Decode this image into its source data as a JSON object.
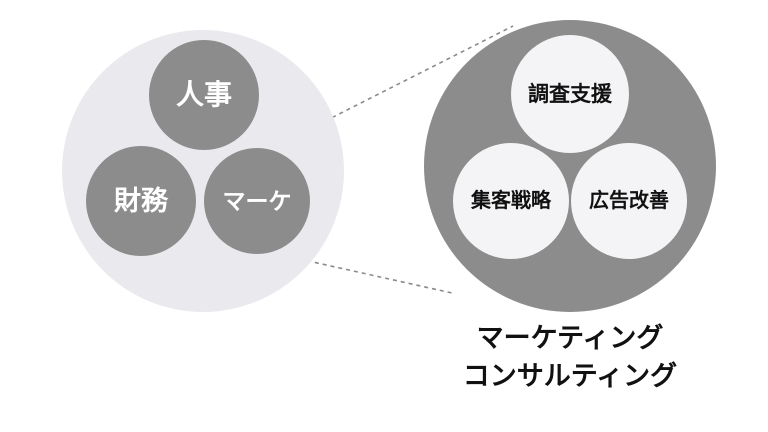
{
  "diagram": {
    "left_group": {
      "name": "company-departments",
      "items": [
        {
          "label": "人事"
        },
        {
          "label": "財務"
        },
        {
          "label": "マーケ"
        }
      ]
    },
    "right_group": {
      "name": "marketing-detail",
      "items": [
        {
          "label": "調査支援"
        },
        {
          "label": "集客戦略"
        },
        {
          "label": "広告改善"
        }
      ]
    },
    "caption": {
      "line1": "マーケティング",
      "line2": "コンサルティング"
    },
    "colors": {
      "light_circle": "#eaeaee",
      "dark_circle": "#8c8c8c",
      "inner_light_circle": "#f4f4f6",
      "text_on_dark": "#ffffff",
      "text_on_light": "#111111",
      "connector_line": "#8a8a8a"
    }
  }
}
